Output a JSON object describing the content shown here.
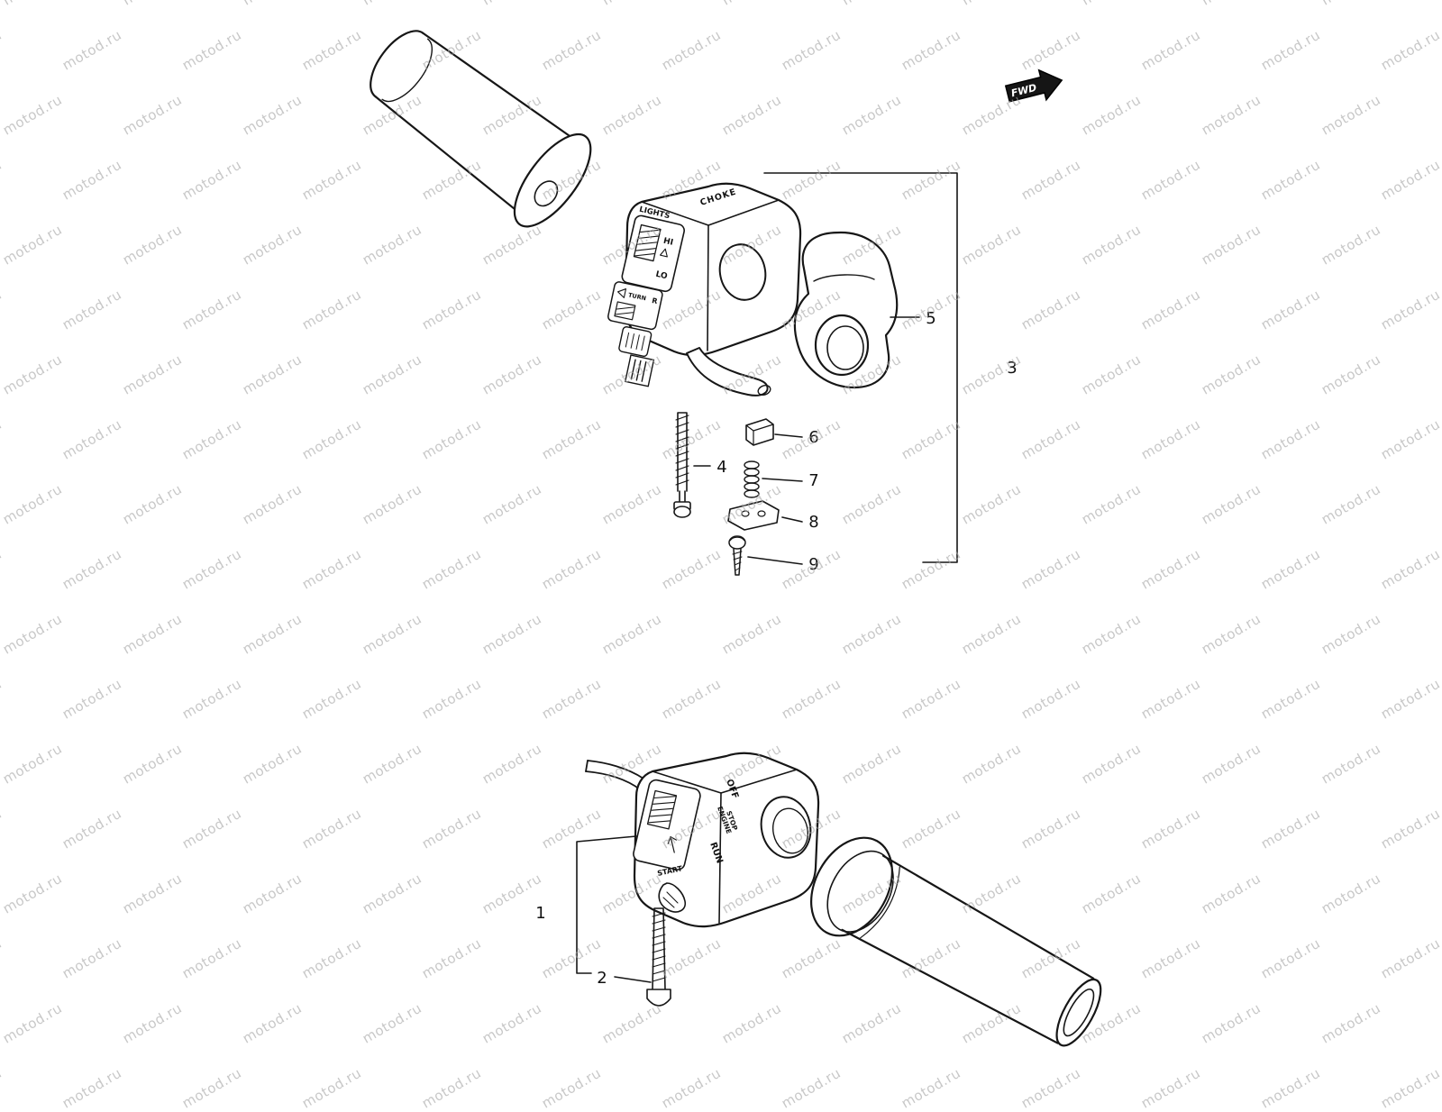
{
  "watermark": {
    "text": "motod.ru"
  },
  "fwd_arrow": {
    "label": "FWD"
  },
  "parts": {
    "p1": "1",
    "p2": "2",
    "p3": "3",
    "p4": "4",
    "p5": "5",
    "p6": "6",
    "p7": "7",
    "p8": "8",
    "p9": "9"
  },
  "top_switch": {
    "lights": "LIGHTS",
    "hi": "HI",
    "lo": "LO",
    "choke": "CHOKE",
    "turn": "TURN",
    "turn_r": "R"
  },
  "bottom_switch": {
    "off": "OFF",
    "engine": "ENGINE",
    "stop": "STOP",
    "run": "RUN",
    "start": "START"
  }
}
